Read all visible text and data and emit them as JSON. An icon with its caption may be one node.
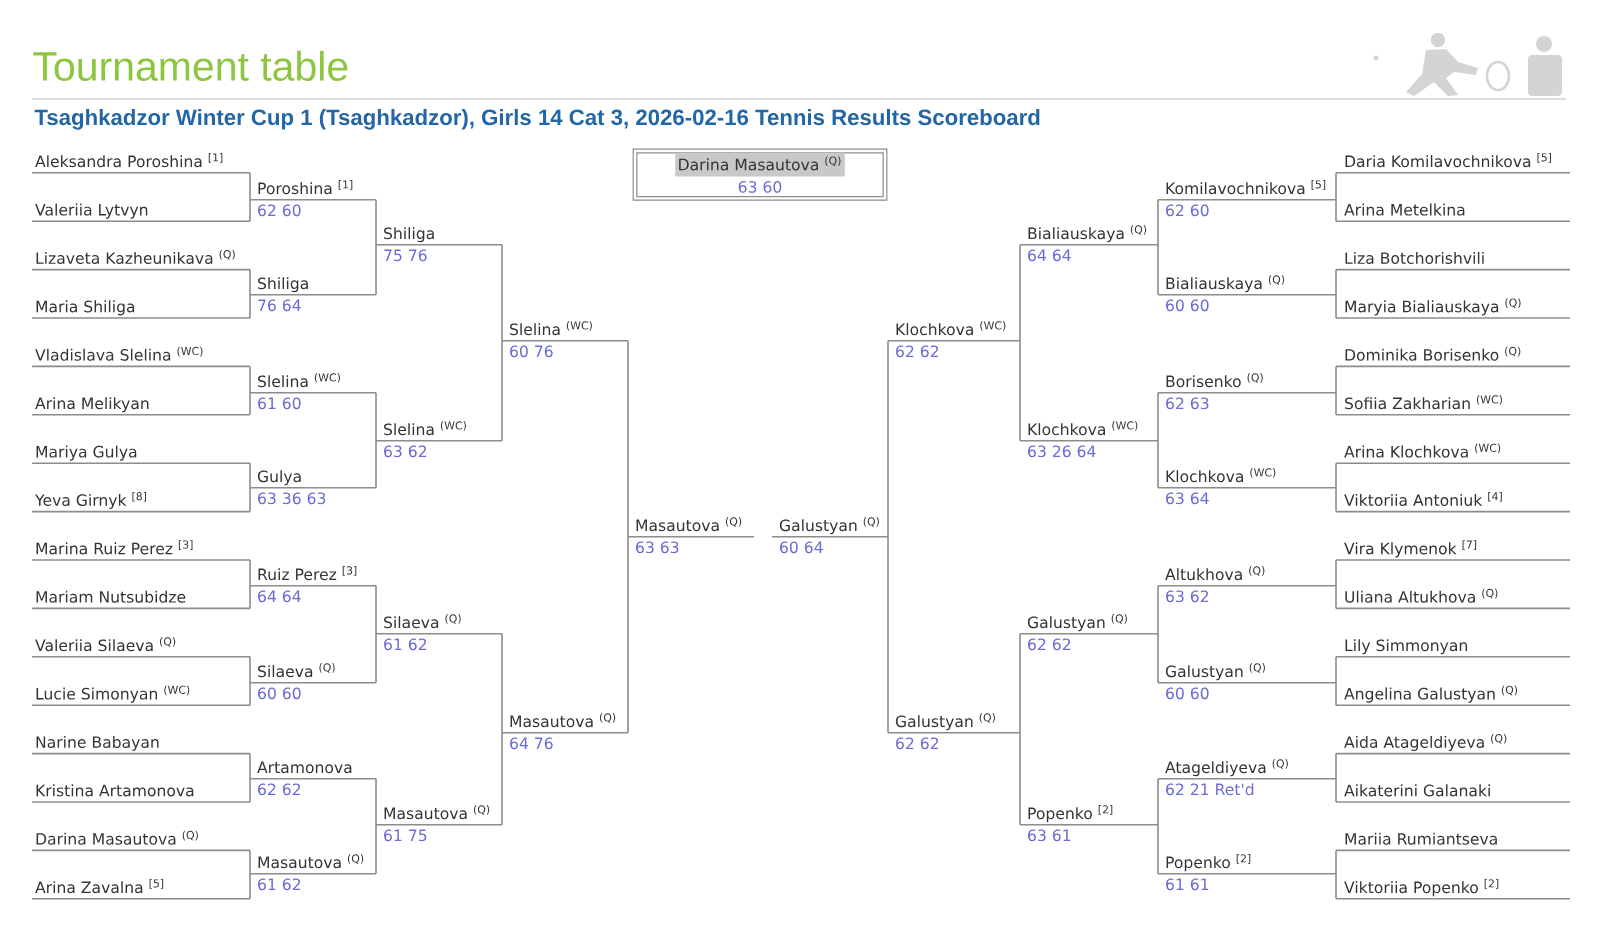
{
  "diagram": {
    "title": "Tournament table",
    "nodes": [
      {
        "text": [
          "Aleksandra Poroshina $^{[1]}$"
        ]
      },
      {
        "text": [
          "Valeriia Lytvyn"
        ]
      },
      {
        "text": [
          "Lizaveta Kazheunikava $^{(Q)}$"
        ]
      },
      {
        "text": [
          "Maria Shiliga"
        ]
      },
      {
        "text": [
          "Vladislava Slelina $^{(WC)}$"
        ]
      },
      {
        "text": [
          "Arina Melikyan"
        ]
      },
      {
        "text": [
          "Mariya Gulya"
        ]
      },
      {
        "text": [
          "Yeva Girnyk $^{[8]}$"
        ]
      },
      {
        "text": [
          "Marina Ruiz Perez $^{[3]}$"
        ]
      },
      {
        "text": [
          "Mariam Nutsubidze"
        ]
      },
      {
        "text": [
          "Valeriia Silaeva $^{(Q)}$"
        ]
      },
      {
        "text": [
          "Lucie Simonyan $^{(WC)}$"
        ]
      },
      {
        "text": [
          "Narine Babayan"
        ]
      },
      {
        "text": [
          "Kristina Artamonova"
        ]
      },
      {
        "text": [
          "Darina Masautova $^{(Q)}$"
        ]
      },
      {
        "text": [
          "Arina Zavalna $^{[5]}$"
        ]
      },
      {
        "text": [
          "Poroshina $^{[1]}$",
          "62 60"
        ]
      },
      {
        "text": [
          "Shiliga",
          "76 64"
        ]
      },
      {
        "text": [
          "Slelina $^{(WC)}$",
          "61 60"
        ]
      },
      {
        "text": [
          "Gulya",
          "63 36 63"
        ]
      },
      {
        "text": [
          "Ruiz Perez $^{[3]}$",
          "64 64"
        ]
      },
      {
        "text": [
          "Silaeva $^{(Q)}$",
          "60 60"
        ]
      },
      {
        "text": [
          "Artamonova",
          "62 62"
        ]
      },
      {
        "text": [
          "Masautova $^{(Q)}$",
          "61 62"
        ]
      },
      {
        "text": [
          "Shiliga",
          "75 76"
        ]
      },
      {
        "text": [
          "Slelina $^{(WC)}$",
          "63 62"
        ]
      },
      {
        "text": [
          "Silaeva $^{(Q)}$",
          "61 62"
        ]
      },
      {
        "text": [
          "Masautova $^{(Q)}$",
          "61 75"
        ]
      },
      {
        "text": [
          "Slelina $^{(WC)}$",
          "60 76"
        ]
      },
      {
        "text": [
          "Masautova $^{(Q)}$",
          "64 76"
        ]
      },
      {
        "text": [
          "Masautova $^{(Q)}$",
          "63 63"
        ]
      },
      {
        "text": [
          "Darina Masautova $^{(Q)}$",
          "63 60"
        ]
      },
      {
        "text": [
          "Galustyan $^{(Q)}$",
          "60 64"
        ]
      },
      {
        "text": [
          "Klochkova $^{(WC)}$",
          "62 62"
        ]
      },
      {
        "text": [
          "Galustyan $^{(Q)}$",
          "62 62"
        ]
      },
      {
        "text": [
          "Bialiauskaya $^{(Q)}$",
          "64 64"
        ]
      },
      {
        "text": [
          "Klochkova $^{(WC)}$",
          "63 26 64"
        ]
      },
      {
        "text": [
          "Galustyan $^{(Q)}$",
          "62 62"
        ]
      },
      {
        "text": [
          "Popenko $^{[2]}$",
          "63 61"
        ]
      },
      {
        "text": [
          "Komilavochnikova $^{[5]}$",
          "62 60"
        ]
      },
      {
        "text": [
          "Bialiauskaya $^{(Q)}$",
          "60 60"
        ]
      },
      {
        "text": [
          "Borisenko $^{(Q)}$",
          "62 63"
        ]
      },
      {
        "text": [
          "Klochkova $^{(WC)}$",
          "63 64"
        ]
      },
      {
        "text": [
          "Altukhova $^{(Q)}$",
          "63 62"
        ]
      },
      {
        "text": [
          "Galustyan $^{(Q)}$",
          "60 60"
        ]
      },
      {
        "text": [
          "Atageldiyeva $^{(Q)}$",
          "62 21 Ret'd"
        ]
      },
      {
        "text": [
          "Popenko $^{[2]}$",
          "61 61"
        ]
      },
      {
        "text": [
          "Daria Komilavochnikova $^{[5]}$"
        ]
      },
      {
        "text": [
          "Arina Metelkina"
        ]
      },
      {
        "text": [
          "Liza Botchorishvili"
        ]
      },
      {
        "text": [
          "Maryia Bialiauskaya $^{(Q)}$"
        ]
      },
      {
        "text": [
          "Dominika Borisenko $^{(Q)}$"
        ]
      },
      {
        "text": [
          "Sofiia Zakharian $^{(WC)}$"
        ]
      },
      {
        "text": [
          "Arina Klochkova $^{(WC)}$"
        ]
      },
      {
        "text": [
          "Viktoriia Antoniuk $^{[4]}$"
        ]
      },
      {
        "text": [
          "Vira Klymenok $^{[7]}$"
        ]
      },
      {
        "text": [
          "Uliana Altukhova $^{(Q)}$"
        ]
      },
      {
        "text": [
          "Lily Simmonyan"
        ]
      },
      {
        "text": [
          "Angelina Galustyan $^{(Q)}$"
        ]
      },
      {
        "text": [
          "Aida Atageldiyeva $^{(Q)}$"
        ]
      },
      {
        "text": [
          "Aikaterini Galanaki"
        ]
      },
      {
        "text": [
          "Mariia Rumiantseva"
        ]
      },
      {
        "text": [
          "Viktoriia Popenko $^{[2]}$"
        ]
      }
    ],
    "edges": [
      {
        "from": 0,
        "to": 16,
        "arrow": "none"
      },
      {
        "from": 1,
        "to": 16,
        "arrow": "none"
      },
      {
        "from": 2,
        "to": 17,
        "arrow": "none"
      },
      {
        "from": 3,
        "to": 17,
        "arrow": "none"
      },
      {
        "from": 4,
        "to": 18,
        "arrow": "none"
      },
      {
        "from": 5,
        "to": 18,
        "arrow": "none"
      },
      {
        "from": 6,
        "to": 19,
        "arrow": "none"
      },
      {
        "from": 7,
        "to": 19,
        "arrow": "none"
      },
      {
        "from": 8,
        "to": 20,
        "arrow": "none"
      },
      {
        "from": 9,
        "to": 20,
        "arrow": "none"
      },
      {
        "from": 10,
        "to": 21,
        "arrow": "none"
      },
      {
        "from": 11,
        "to": 21,
        "arrow": "none"
      },
      {
        "from": 12,
        "to": 22,
        "arrow": "none"
      },
      {
        "from": 13,
        "to": 22,
        "arrow": "none"
      },
      {
        "from": 14,
        "to": 23,
        "arrow": "none"
      },
      {
        "from": 15,
        "to": 23,
        "arrow": "none"
      },
      {
        "from": 16,
        "to": 24,
        "arrow": "none"
      },
      {
        "from": 17,
        "to": 24,
        "arrow": "none"
      },
      {
        "from": 18,
        "to": 25,
        "arrow": "none"
      },
      {
        "from": 19,
        "to": 25,
        "arrow": "none"
      },
      {
        "from": 20,
        "to": 26,
        "arrow": "none"
      },
      {
        "from": 21,
        "to": 26,
        "arrow": "none"
      },
      {
        "from": 22,
        "to": 27,
        "arrow": "none"
      },
      {
        "from": 23,
        "to": 27,
        "arrow": "none"
      },
      {
        "from": 24,
        "to": 28,
        "arrow": "none"
      },
      {
        "from": 25,
        "to": 28,
        "arrow": "none"
      },
      {
        "from": 26,
        "to": 29,
        "arrow": "none"
      },
      {
        "from": 27,
        "to": 29,
        "arrow": "none"
      },
      {
        "from": 28,
        "to": 30,
        "arrow": "none"
      },
      {
        "from": 29,
        "to": 30,
        "arrow": "none"
      },
      {
        "from": 33,
        "to": 32,
        "arrow": "none"
      },
      {
        "from": 34,
        "to": 32,
        "arrow": "none"
      },
      {
        "from": 35,
        "to": 33,
        "arrow": "none"
      },
      {
        "from": 36,
        "to": 33,
        "arrow": "none"
      },
      {
        "from": 37,
        "to": 34,
        "arrow": "none"
      },
      {
        "from": 38,
        "to": 34,
        "arrow": "none"
      },
      {
        "from": 39,
        "to": 35,
        "arrow": "none"
      },
      {
        "from": 40,
        "to": 35,
        "arrow": "none"
      },
      {
        "from": 41,
        "to": 36,
        "arrow": "none"
      },
      {
        "from": 42,
        "to": 36,
        "arrow": "none"
      },
      {
        "from": 43,
        "to": 37,
        "arrow": "none"
      },
      {
        "from": 44,
        "to": 37,
        "arrow": "none"
      },
      {
        "from": 45,
        "to": 38,
        "arrow": "none"
      },
      {
        "from": 46,
        "to": 38,
        "arrow": "none"
      },
      {
        "from": 47,
        "to": 39,
        "arrow": "none"
      },
      {
        "from": 48,
        "to": 39,
        "arrow": "none"
      },
      {
        "from": 49,
        "to": 40,
        "arrow": "none"
      },
      {
        "from": 50,
        "to": 40,
        "arrow": "none"
      },
      {
        "from": 51,
        "to": 41,
        "arrow": "none"
      },
      {
        "from": 52,
        "to": 41,
        "arrow": "none"
      },
      {
        "from": 53,
        "to": 42,
        "arrow": "none"
      },
      {
        "from": 54,
        "to": 42,
        "arrow": "none"
      },
      {
        "from": 55,
        "to": 43,
        "arrow": "none"
      },
      {
        "from": 56,
        "to": 43,
        "arrow": "none"
      },
      {
        "from": 57,
        "to": 44,
        "arrow": "none"
      },
      {
        "from": 58,
        "to": 44,
        "arrow": "none"
      },
      {
        "from": 59,
        "to": 45,
        "arrow": "none"
      },
      {
        "from": 60,
        "to": 45,
        "arrow": "none"
      },
      {
        "from": 61,
        "to": 46,
        "arrow": "none"
      },
      {
        "from": 62,
        "to": 46,
        "arrow": "none"
      }
    ],
    "labels": [
      "Tsaghkadzor Winter Cup 1 (Tsaghkadzor), Girls 14 Cat 3, 2026-02-16 Tennis Results Scoreboard"
    ]
  }
}
